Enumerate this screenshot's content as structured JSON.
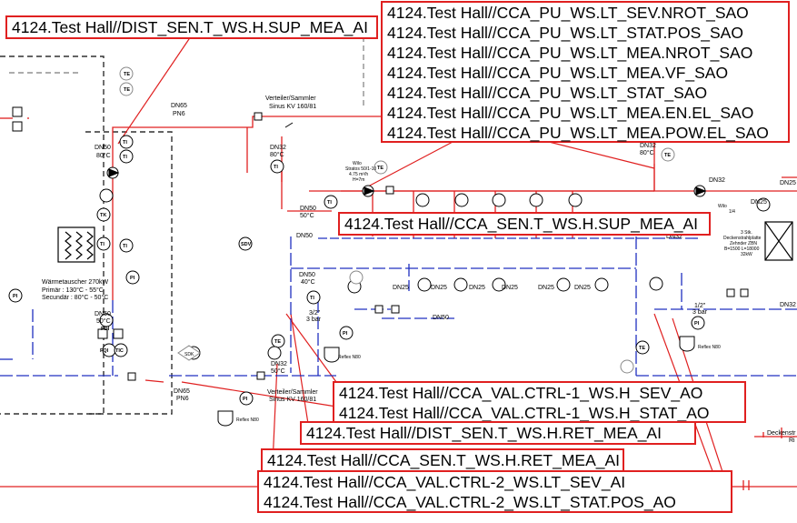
{
  "tags": {
    "top_left": "4124.Test Hall//DIST_SEN.T_WS.H.SUP_MEA_AI",
    "top_right": [
      "4124.Test Hall//CCA_PU_WS.LT_SEV.NROT_SAO",
      "4124.Test Hall//CCA_PU_WS.LT_STAT.POS_SAO",
      "4124.Test Hall//CCA_PU_WS.LT_MEA.NROT_SAO",
      "4124.Test Hall//CCA_PU_WS.LT_MEA.VF_SAO",
      "4124.Test Hall//CCA_PU_WS.LT_STAT_SAO",
      "4124.Test Hall//CCA_PU_WS.LT_MEA.EN.EL_SAO",
      "4124.Test Hall//CCA_PU_WS.LT_MEA.POW.EL_SAO"
    ],
    "middle": "4124.Test Hall//CCA_SEN.T_WS.H.SUP_MEA_AI",
    "valve_1": [
      "4124.Test Hall//CCA_VAL.CTRL-1_WS.H_SEV_AO",
      "4124.Test Hall//CCA_VAL.CTRL-1_WS.H_STAT_AO"
    ],
    "dist_ret": "4124.Test Hall//DIST_SEN.T_WS.H.RET_MEA_AI",
    "cca_ret": "4124.Test Hall//CCA_SEN.T_WS.H.RET_MEA_AI",
    "valve_2": [
      "4124.Test Hall//CCA_VAL.CTRL-2_WS.LT_SEV_AI",
      "4124.Test Hall//CCA_VAL.CTRL-2_WS.LT_STAT.POS_AO"
    ]
  },
  "labels": {
    "dn65_top": "DN65",
    "pn6_top": "PN6",
    "dn65_bottom": "DN65",
    "pn6_bottom": "PN6",
    "verteiler_top_1": "Verteiler/Sammler",
    "verteiler_top_2": "Sinus KV 160/81",
    "verteiler_bottom_1": "Verteiler/Sammler",
    "verteiler_bottom_2": "Sinus KV 160/81",
    "dn50_left": "DN50",
    "temp_80": "80°C",
    "dn50_50": "DN50",
    "temp_50": "50°C",
    "wt_title": "Wärmetauscher  270kW",
    "wt_primary": "Primär : 130°C - 55°C",
    "wt_secondary": "Secundär : 80°C - 50°C",
    "dn32_a": "DN32",
    "temp_80_b": "80°C",
    "pump_a_1": "Wilo",
    "pump_a_2": "Stratos 50/1-10",
    "pump_a_3": "4.75 m³/h",
    "pump_a_4": "H=7m",
    "dn50_mid": "DN50",
    "temp_50_b": "50°C",
    "dn50_mid2": "DN50",
    "dn50_mid3": "DN50",
    "temp_40": "40°C",
    "three_eight_a": "3/2\"",
    "bar_a": "3 bar",
    "reflex_a": "Reflex N80",
    "reflex_b": "Reflex N80",
    "reflex_c": "Reflex N80",
    "dn25_list": [
      "DN25",
      "DN25",
      "DN25",
      "DN25",
      "DN25",
      "DN25"
    ],
    "dn50_lower": "DN50",
    "dn32_b": "DN32",
    "temp_50_c": "50°C",
    "dn32_right": "DN32",
    "temp_80_c": "80°C",
    "dn32_r2": "DN32",
    "dn25_r": "DN25",
    "dn25_r2": "DN25",
    "wilo_r": "Wilo",
    "one_four": "1/4",
    "deck_1": "3 Stk.",
    "deck_2": "Deckenstrahlplatte",
    "deck_3": "Zehnder ZBN",
    "deck_4": "B=1500 L=18000",
    "deck_5": "32kW",
    "dn32_r3": "DN32",
    "dn32_r4": "DN32",
    "one_two": "1/2\"",
    "bar_b": "3 bar",
    "deckenstr": "Deckenstr",
    "ri": "Ri",
    "te_partial": "te",
    "sdk": "SDK",
    "sensor_ti": "TI",
    "sensor_te": "TE",
    "sensor_pi": "PI",
    "sensor_tic": "TIC",
    "sensor_pdi": "PDI",
    "sensor_fqi": "FQI",
    "sensor_tk": "TK",
    "sensor_sdv": "SDV"
  },
  "colors": {
    "tag_border": "#e02020",
    "supply": "#e02020",
    "return": "#2030c0",
    "equipment": "#000000",
    "dashed_border": "#303030"
  }
}
